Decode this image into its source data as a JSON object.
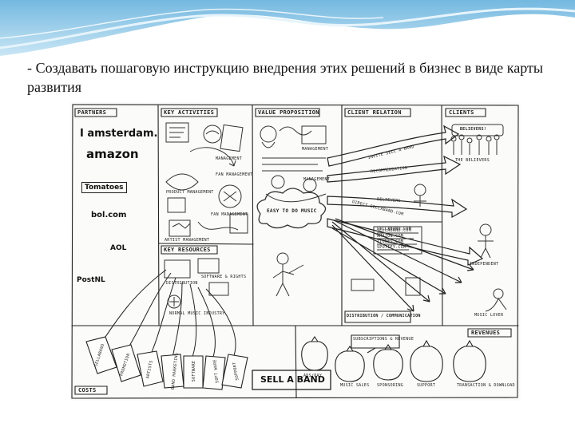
{
  "slide": {
    "caption": "- Создавать пошаговую инструкцию внедрения этих решений в бизнес в виде карты развития"
  },
  "canvas": {
    "blocks": {
      "partners": "PARTNERS",
      "key_activities": "KEY ACTIVITIES",
      "value_proposition": "VALUE PROPOSITION",
      "client_relation": "CLIENT RELATION",
      "clients": "CLIENTS",
      "key_resources": "KEY RESOURCES",
      "distribution": "DISTRIBUTION / COMMUNICATION",
      "revenues": "REVENUES",
      "costs": "COSTS"
    },
    "partners": [
      "I amsterdam.",
      "amazon",
      "Tomatoes",
      "bol.com",
      "AOL",
      "PostNL"
    ],
    "activities_labels": [
      "MANAGEMENT",
      "FAN MANAGEMENT",
      "PRODUCT MANAGEMENT",
      "FAN MANAGEMENT",
      "ARTIST MANAGEMENT"
    ],
    "value_labels": [
      "MANAGEMENT",
      "MANAGEMENT"
    ],
    "value_cloud": "EASY TO DO MUSIC",
    "relation_arrows": [
      "INVITE SELL A BAND",
      "RECOMMENDATION",
      "BELIEVERS",
      "SELLABAND.COM",
      "DIRECT SELLABAND.COM"
    ],
    "clients_labels": [
      "BELIEVERS!",
      "THE BELIEVERS",
      "INDEPENDENT",
      "MUSIC LOVER"
    ],
    "resources_labels": [
      "SOFTWARE & RIGHTS",
      "DISTRIBUTION",
      "NORMAL MUSIC INDUSTRY"
    ],
    "distribution_labels": [
      "SELLABAND.COM",
      "AMAZON.COM",
      "ITUNES.COM",
      "SPOTIFY.COM"
    ],
    "tags": [
      "SELLABAND",
      "PROMOTION",
      "ARTISTS",
      "BAND MARKETING",
      "SOFTWARE",
      "SOFT WARE",
      "SUPPORT"
    ],
    "revenue_bags": [
      "ADS/PAY",
      "MUSIC SALES",
      "SPONSORING",
      "SUPPORT",
      "TRANSACTION & DOWNLOAD"
    ],
    "bag_note": "SUBSCRIPTIONS & REVENUE",
    "brand": "SELL A BAND"
  }
}
